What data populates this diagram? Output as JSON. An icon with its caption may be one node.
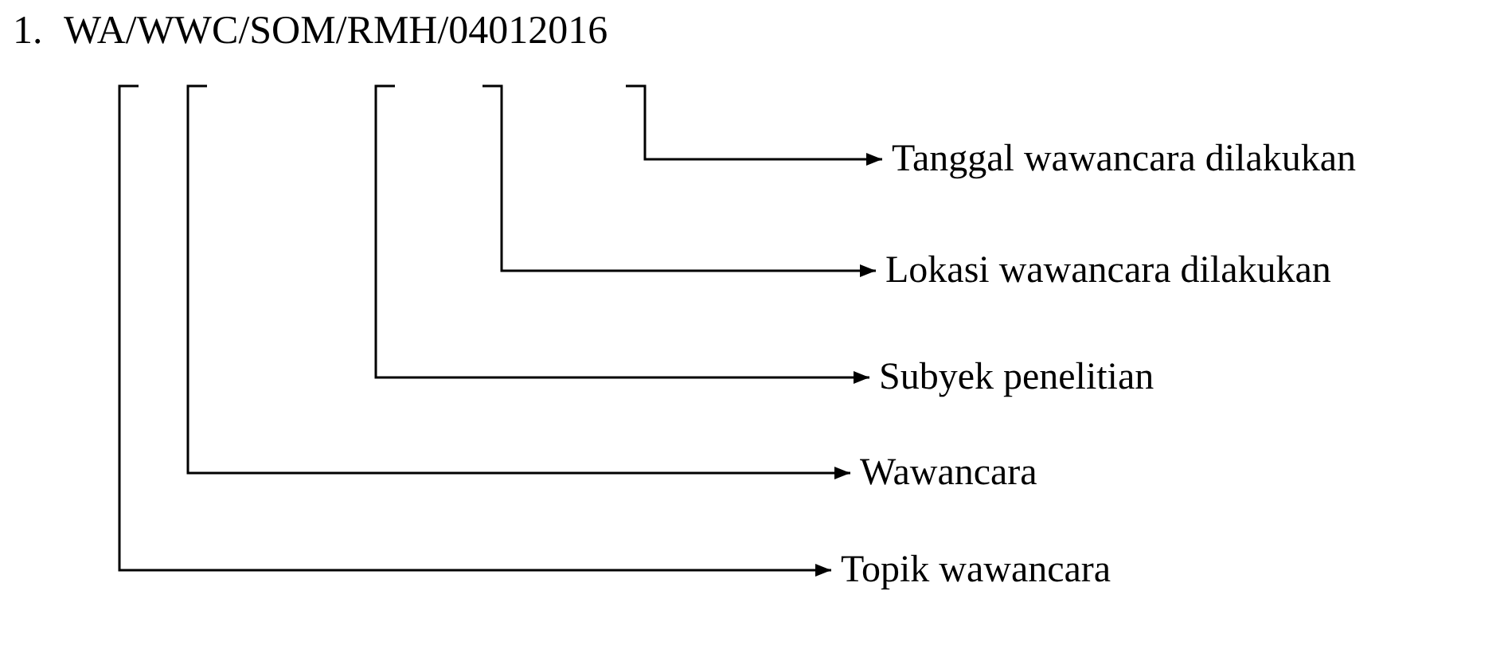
{
  "diagram": {
    "nodes": [
      {
        "text": [
          "WA/WWC/SOM/RMH/04012016"
        ]
      },
      {
        "text": [
          "Tanggal wawancara dilakukan"
        ]
      },
      {
        "text": [
          "Lokasi wawancara dilakukan"
        ]
      },
      {
        "text": [
          "Subyek penelitian"
        ]
      },
      {
        "text": [
          "Wawancara"
        ]
      },
      {
        "text": [
          "Topik wawancara"
        ]
      }
    ],
    "edges": [
      {
        "from": 0,
        "to": 1,
        "arrow": "to"
      },
      {
        "from": 0,
        "to": 2,
        "arrow": "to"
      },
      {
        "from": 0,
        "to": 3,
        "arrow": "to"
      },
      {
        "from": 0,
        "to": 4,
        "arrow": "to"
      },
      {
        "from": 0,
        "to": 5,
        "arrow": "to"
      }
    ],
    "labels": [
      "1."
    ]
  }
}
